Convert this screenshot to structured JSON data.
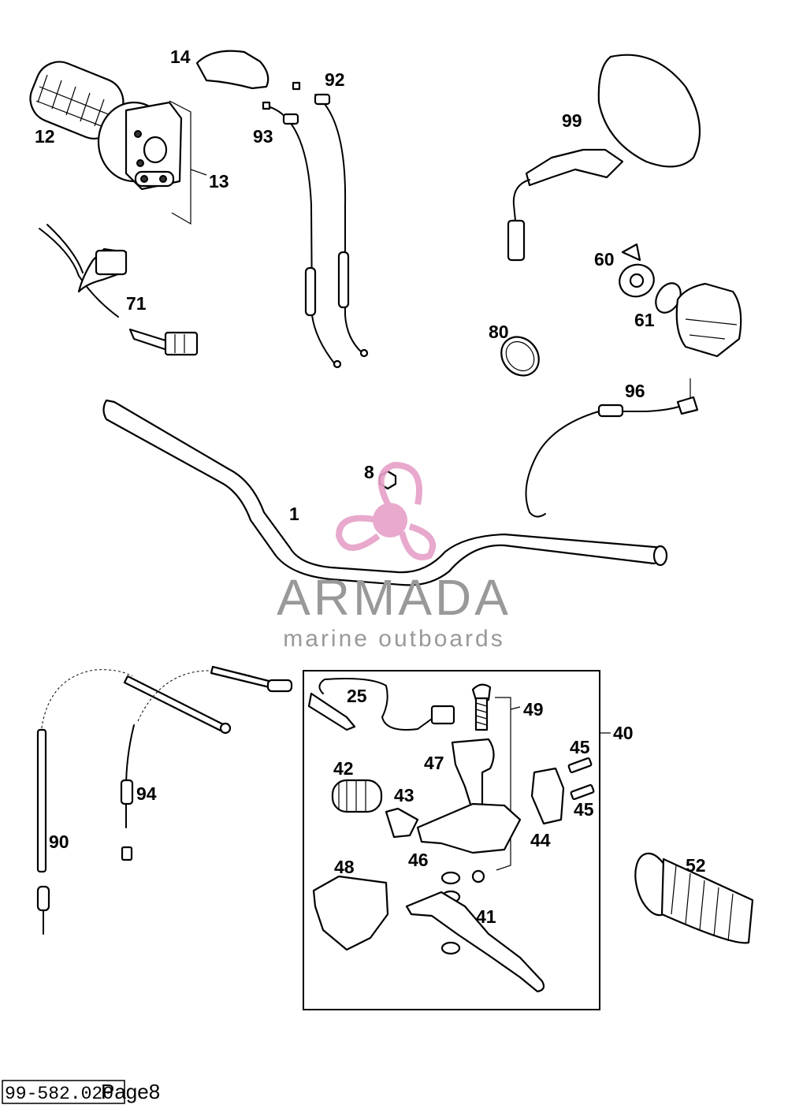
{
  "diagram": {
    "callouts": [
      "14",
      "92",
      "12",
      "93",
      "99",
      "13",
      "60",
      "71",
      "61",
      "80",
      "96",
      "8",
      "1",
      "25",
      "49",
      "40",
      "45",
      "42",
      "47",
      "43",
      "94",
      "45",
      "90",
      "44",
      "46",
      "48",
      "52",
      "41"
    ],
    "group_box_callout": "40"
  },
  "watermark": {
    "brand": "ARMADA",
    "tagline": "marine outboards",
    "brand_color": "#999999",
    "logo_color": "#e6a0c8"
  },
  "footer": {
    "doc_number": "99-582.020",
    "page_label": "Page8"
  }
}
